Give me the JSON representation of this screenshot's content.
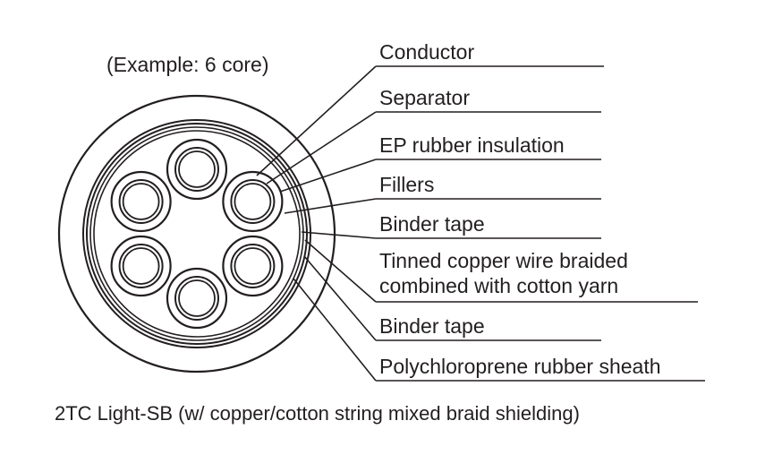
{
  "example_note": "(Example: 6 core)",
  "labels": [
    {
      "id": "conductor",
      "text": "Conductor"
    },
    {
      "id": "separator",
      "text": "Separator"
    },
    {
      "id": "ep-rubber-insulation",
      "text": "EP rubber insulation"
    },
    {
      "id": "fillers",
      "text": "Fillers"
    },
    {
      "id": "binder-tape-inner",
      "text": "Binder tape"
    },
    {
      "id": "braid",
      "text": "Tinned copper wire braided",
      "text2": "combined with cotton yarn"
    },
    {
      "id": "binder-tape-outer",
      "text": "Binder tape"
    },
    {
      "id": "sheath",
      "text": "Polychloroprene rubber sheath"
    }
  ],
  "caption": "2TC Light-SB (w/ copper/cotton string mixed braid shielding)",
  "core_count": 6
}
